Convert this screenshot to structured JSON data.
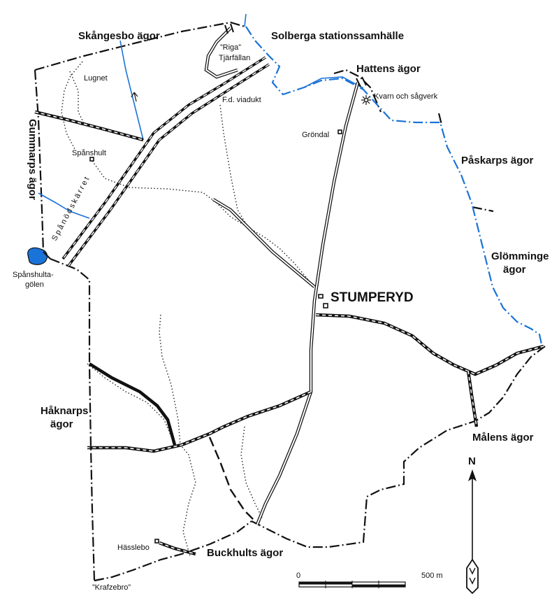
{
  "labels": {
    "skangesbo": "Skångesbo ägor",
    "solberga": "Solberga stationssamhälle",
    "riga": "”Riga”",
    "tjarfallan": "Tjärfällan",
    "hattens": "Hattens ägor",
    "lugnet": "Lugnet",
    "kvarn": "Kvarn och sågverk",
    "viadukt": "F.d. viadukt",
    "grondal": "Gröndal",
    "gummarps": "Gummarps ägor",
    "spanshult": "Spånshult",
    "paskarps": "Påskarps ägor",
    "spanodskarret": "Spånödskärret",
    "glomminge_1": "Glömminge",
    "glomminge_2": "ägor",
    "spanshulta_1": "Spånshulta-",
    "spanshulta_2": "gölen",
    "stumperyd": "STUMPERYD",
    "haknarps_1": "Håknarps",
    "haknarps_2": "ägor",
    "malens": "Målens ägor",
    "hasslebo": "Hässlebo",
    "buckhults": "Buckhults ägor",
    "krafzebro": "”Krafzebro”"
  },
  "scale_bar": {
    "start_label": "0",
    "end_label": "500 m"
  },
  "north_arrow": {
    "label": "N"
  },
  "colors": {
    "water": "#1a73d9",
    "ink": "#111111",
    "lake_fill": "#1a73d9"
  }
}
